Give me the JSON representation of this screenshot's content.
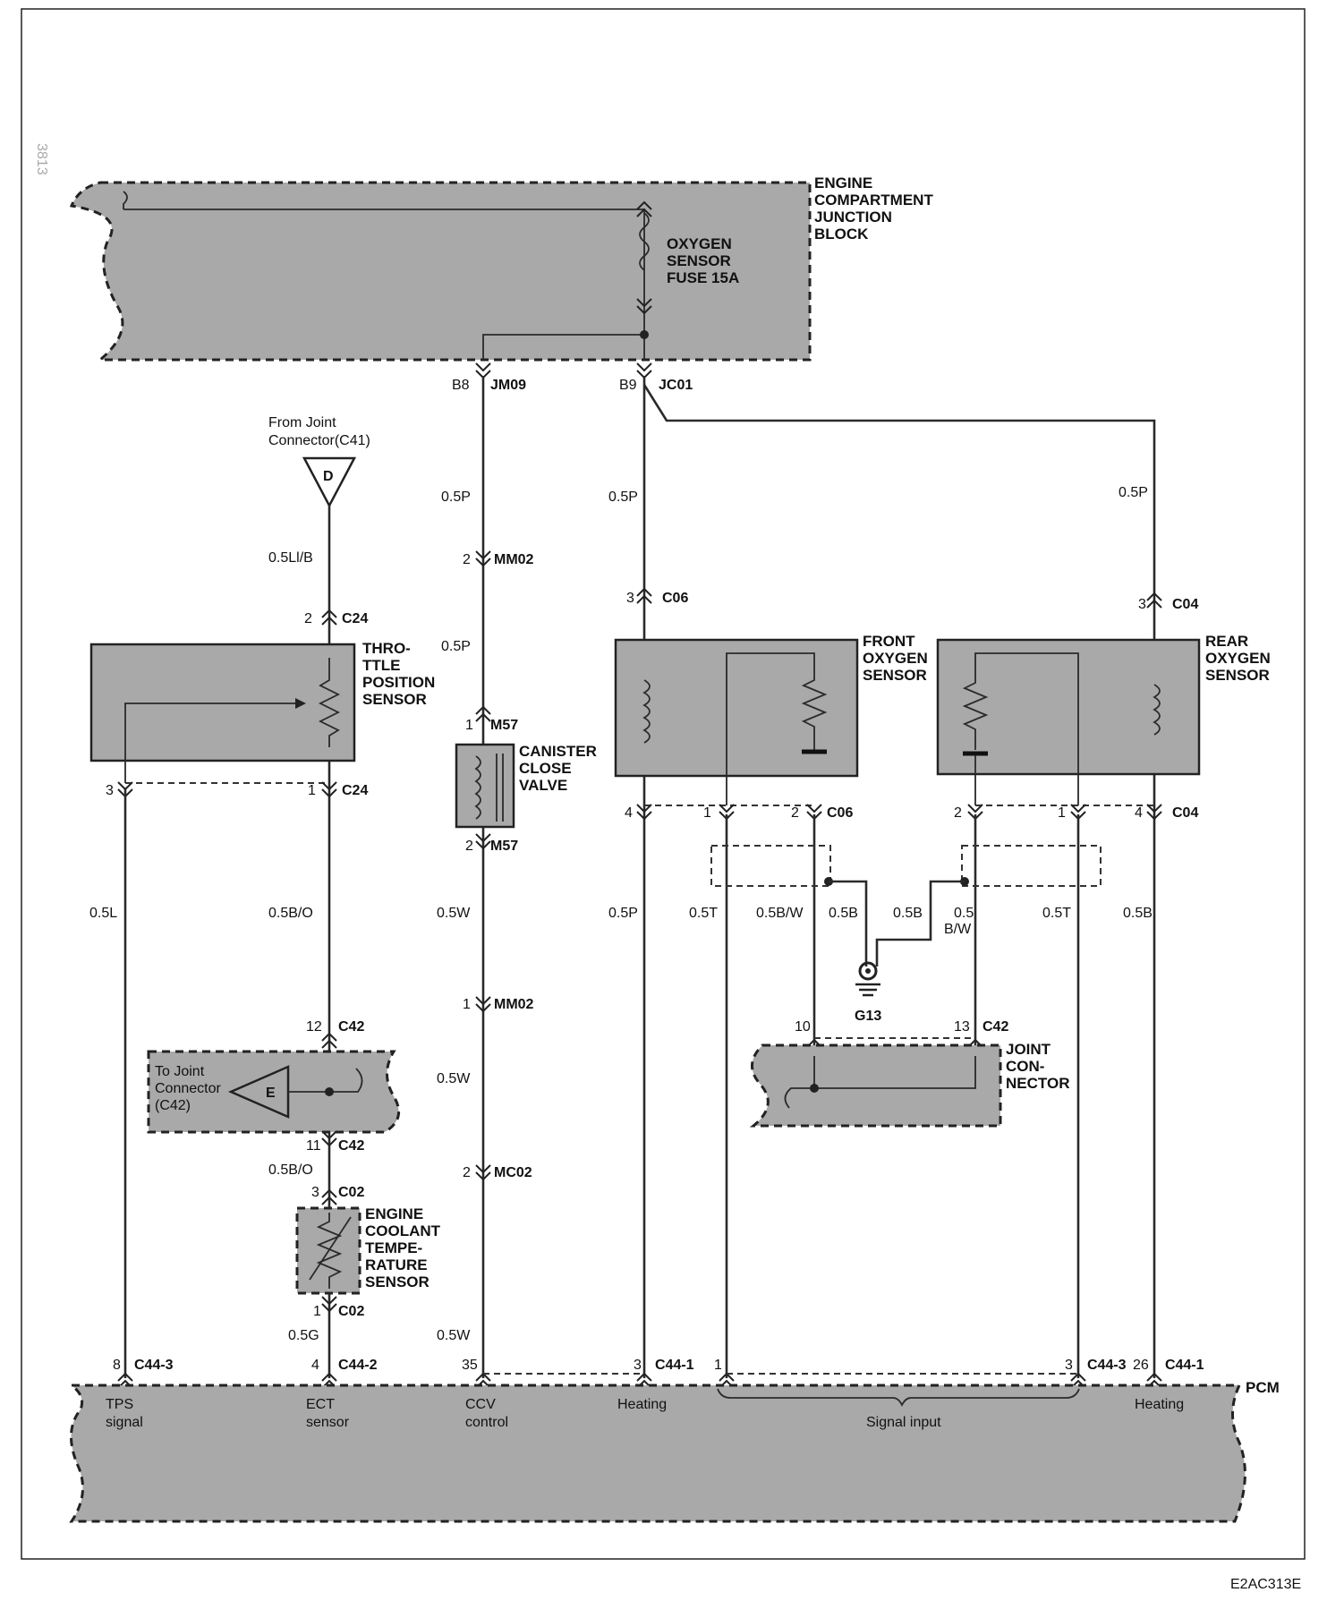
{
  "side_code": "3813",
  "figure_id": "E2AC313E",
  "components": {
    "junction_block": "ENGINE COMPARTMENT JUNCTION BLOCK",
    "fuse": "OXYGEN SENSOR FUSE 15A",
    "throttle_sensor": "THRO- TTLE POSITION SENSOR",
    "canister_valve": "CANISTER CLOSE VALVE",
    "front_o2": "FRONT OXYGEN SENSOR",
    "rear_o2": "REAR OXYGEN SENSOR",
    "ect_sensor": "ENGINE COOLANT TEMPE- RATURE SENSOR",
    "joint_connector": "JOINT CON- NECTOR",
    "pcm": "PCM",
    "from_joint": "From Joint Connector(C41)",
    "to_joint": "To Joint Connector (C42)",
    "ground": "G13",
    "ref_d": "D",
    "ref_e": "E"
  },
  "connectors": {
    "b8": "B8",
    "jm09": "JM09",
    "b9": "B9",
    "jc01": "JC01",
    "c24": "C24",
    "c06": "C06",
    "c04": "C04",
    "mm02": "MM02",
    "m57": "M57",
    "c42": "C42",
    "c02": "C02",
    "mc02": "MC02",
    "c44_3": "C44-3",
    "c44_2": "C44-2",
    "c44_1": "C44-1"
  },
  "pins": {
    "p1": "1",
    "p2": "2",
    "p3": "3",
    "p4": "4",
    "p8": "8",
    "p10": "10",
    "p11": "11",
    "p12": "12",
    "p13": "13",
    "p26": "26",
    "p35": "35"
  },
  "wires": {
    "p05": "0.5P",
    "l": "0.5L",
    "lib": "0.5Ll/B",
    "bo": "0.5B/O",
    "w": "0.5W",
    "g": "0.5G",
    "t": "0.5T",
    "bw": "0.5B/W",
    "b": "0.5B",
    "bw_a": "0.5",
    "bw_b": "B/W"
  },
  "pcm_terms": {
    "tps_1": "TPS",
    "tps_2": "signal",
    "ect_1": "ECT",
    "ect_2": "sensor",
    "ccv_1": "CCV",
    "ccv_2": "control",
    "heating": "Heating",
    "signal_input": "Signal input"
  },
  "colors": {
    "shade": "#a9a9a9",
    "line": "#2a2a2a"
  }
}
